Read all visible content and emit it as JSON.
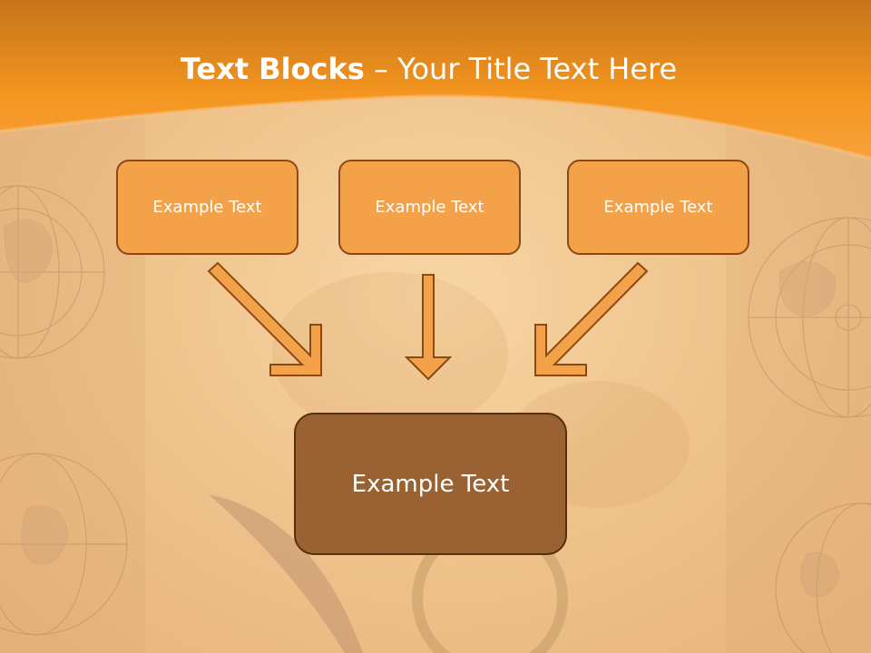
{
  "slide": {
    "title_bold": "Text Blocks",
    "title_rest": " – Your Title Text Here",
    "top_boxes": [
      {
        "label": "Example Text"
      },
      {
        "label": "Example Text"
      },
      {
        "label": "Example Text"
      }
    ],
    "bottom_box": {
      "label": "Example Text"
    }
  },
  "colors": {
    "header": "#f4951f",
    "box_fill": "#f4a24a",
    "box_border": "#8a4a12",
    "bottom_box_fill": "#9a6232",
    "arrow_fill": "#f4a24a",
    "arrow_stroke": "#8a4a12"
  },
  "decorations": [
    "world-map-left",
    "world-map-right",
    "quill-pen",
    "magnifying-glass",
    "parchment-texture"
  ]
}
